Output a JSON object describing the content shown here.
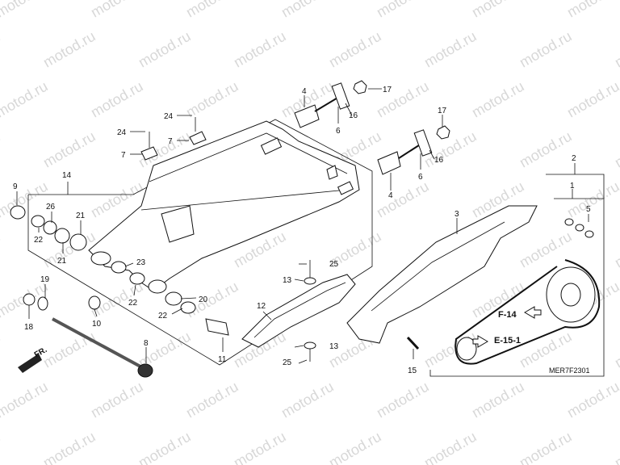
{
  "watermark": "motod.ru",
  "diagram_code": "MER7F2301",
  "front_indicator": "FR.",
  "ref_labels": {
    "f14": "F-14",
    "e151": "E-15-1"
  },
  "callouts": {
    "c1": "1",
    "c2": "2",
    "c3": "3",
    "c4a": "4",
    "c4b": "4",
    "c5": "5",
    "c6a": "6",
    "c6b": "6",
    "c7a": "7",
    "c7b": "7",
    "c8": "8",
    "c9": "9",
    "c10": "10",
    "c11": "11",
    "c12": "12",
    "c13a": "13",
    "c13b": "13",
    "c14": "14",
    "c15": "15",
    "c16a": "16",
    "c16b": "16",
    "c17a": "17",
    "c17b": "17",
    "c18": "18",
    "c19": "19",
    "c20": "20",
    "c21a": "21",
    "c21b": "21",
    "c22a": "22",
    "c22b": "22",
    "c22c": "22",
    "c23": "23",
    "c24a": "24",
    "c24b": "24",
    "c25a": "25",
    "c25b": "25",
    "c26": "26"
  }
}
